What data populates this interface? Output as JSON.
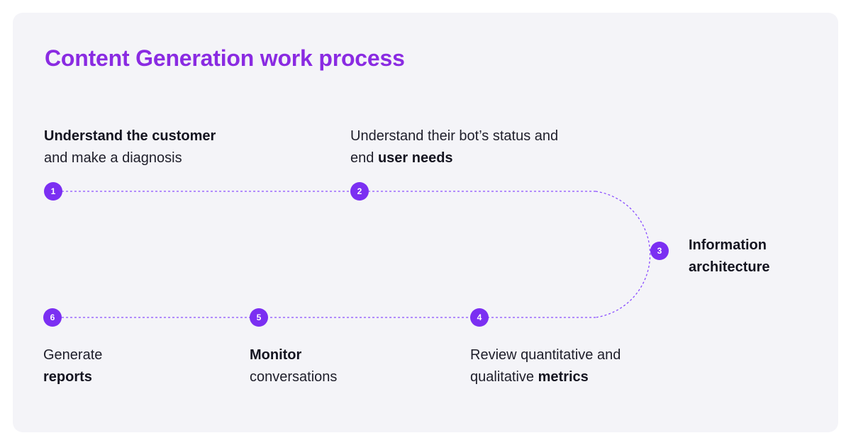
{
  "title": "Content Generation work process",
  "colors": {
    "accent": "#7b2ff2",
    "title": "#8a2be2",
    "card_background": "#f4f4f8",
    "text": "#1e1e2a"
  },
  "steps": [
    {
      "number": "1",
      "lines": [
        [
          {
            "text": "Understand the customer",
            "bold": true
          }
        ],
        [
          {
            "text": "and make a diagnosis",
            "bold": false
          }
        ]
      ]
    },
    {
      "number": "2",
      "lines": [
        [
          {
            "text": "Understand their bot’s status and",
            "bold": false
          }
        ],
        [
          {
            "text": "end ",
            "bold": false
          },
          {
            "text": "user needs",
            "bold": true
          }
        ]
      ]
    },
    {
      "number": "3",
      "lines": [
        [
          {
            "text": "Information",
            "bold": true
          }
        ],
        [
          {
            "text": "architecture",
            "bold": true
          }
        ]
      ]
    },
    {
      "number": "4",
      "lines": [
        [
          {
            "text": "Review quantitative and",
            "bold": false
          }
        ],
        [
          {
            "text": "qualitative ",
            "bold": false
          },
          {
            "text": "metrics",
            "bold": true
          }
        ]
      ]
    },
    {
      "number": "5",
      "lines": [
        [
          {
            "text": "Monitor",
            "bold": true
          }
        ],
        [
          {
            "text": "conversations",
            "bold": false
          }
        ]
      ]
    },
    {
      "number": "6",
      "lines": [
        [
          {
            "text": "Generate",
            "bold": false
          }
        ],
        [
          {
            "text": "reports",
            "bold": true
          }
        ]
      ]
    }
  ]
}
